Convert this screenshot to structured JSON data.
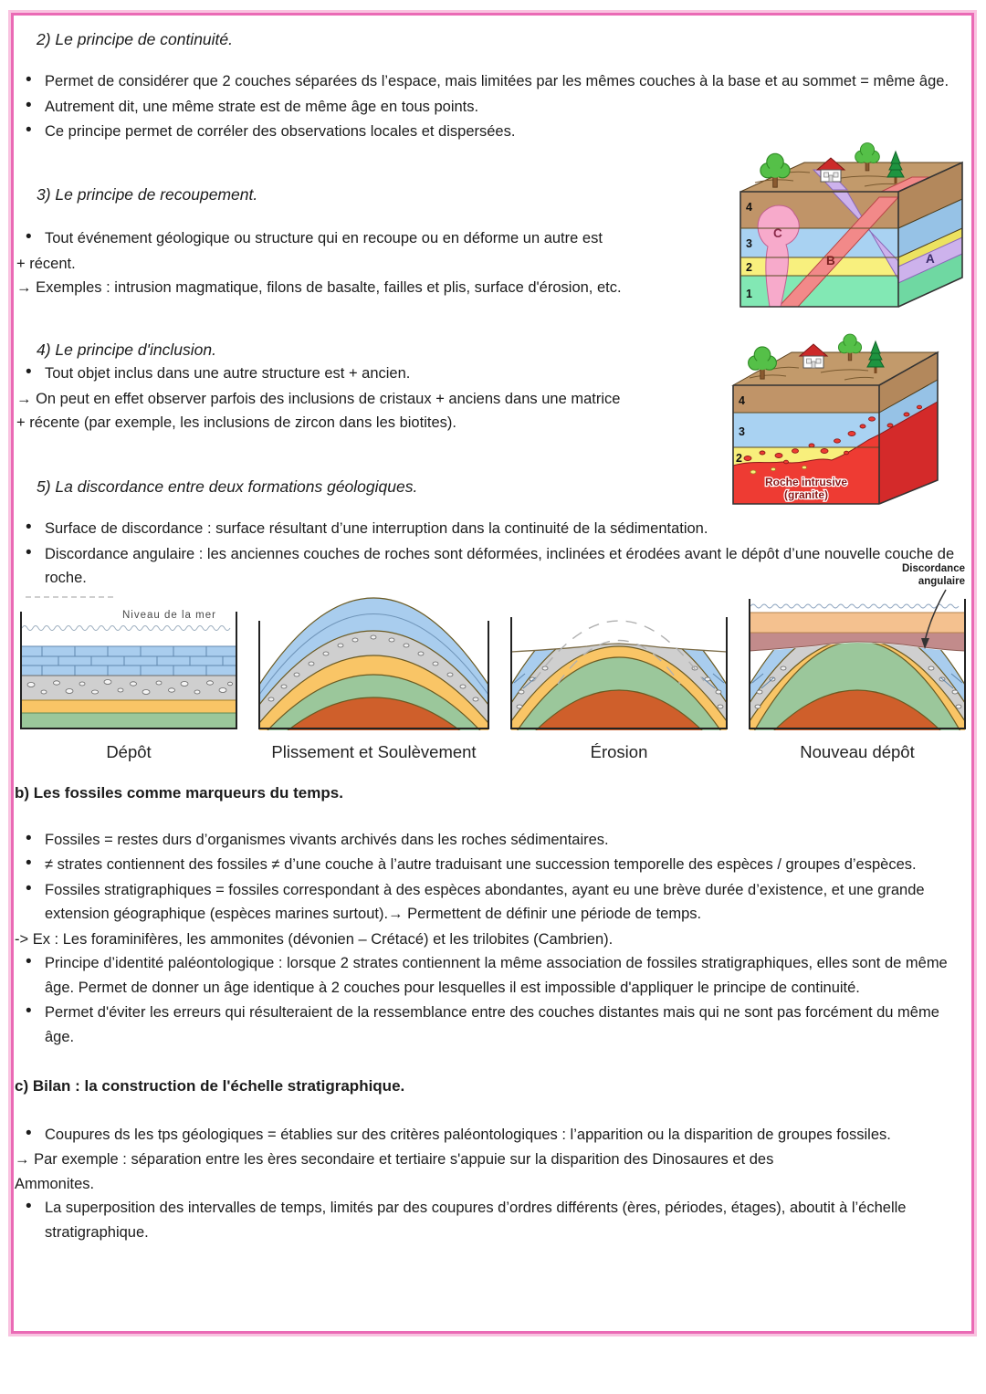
{
  "document": {
    "sections": {
      "s2": {
        "title": "2) Le principe de continuité.",
        "bullets": [
          "Permet de considérer que 2 couches séparées ds l’espace, mais limitées par les mêmes couches à la base et au sommet = même âge.",
          "Autrement dit, une même strate est de même âge en tous points.",
          "Ce principe permet de corréler des observations locales et dispersées."
        ]
      },
      "s3": {
        "title": "3) Le principe de recoupement.",
        "bullet": "Tout événement géologique ou structure qui en recoupe ou en déforme un autre est",
        "bullet_cont": "+ récent.",
        "arrow": "→ Exemples : intrusion magmatique, filons de basalte, failles et plis, surface d'érosion, etc."
      },
      "s4": {
        "title": "4) Le principe d'inclusion.",
        "bullet": "Tout objet inclus dans une autre structure est + ancien.",
        "arrow_line1": "→ On peut en effet observer parfois des inclusions de cristaux + anciens dans une matrice",
        "arrow_line2": "+ récente (par exemple, les inclusions de zircon dans les biotites)."
      },
      "s5": {
        "title": "5) La discordance entre deux formations géologiques.",
        "bullets": [
          "Surface de discordance : surface résultant d’une interruption dans la continuité de la sédimentation.",
          "Discordance angulaire : les anciennes couches de roches sont déformées, inclinées et érodées avant le dépôt d’une nouvelle couche de roche."
        ]
      },
      "sb": {
        "title": "b) Les fossiles comme marqueurs du temps.",
        "bullets": [
          "Fossiles = restes durs d’organismes vivants archivés dans les roches sédimentaires.",
          "≠ strates contiennent des fossiles ≠ d’une couche à l’autre traduisant une succession temporelle des espèces / groupes d’espèces.",
          "Fossiles stratigraphiques = fossiles correspondant à des espèces abondantes, ayant eu une brève durée d’existence, et une grande extension géographique (espèces marines surtout).→ Permettent de définir une période de temps."
        ],
        "example": "-> Ex : Les foraminifères, les ammonites (dévonien – Crétacé) et les trilobites (Cambrien).",
        "bullets2": [
          "Principe d’identité paléontologique : lorsque 2 strates contiennent la même association de fossiles stratigraphiques, elles sont de même âge. Permet de donner un âge identique à 2 couches pour lesquelles il est impossible d'appliquer le principe de continuité.",
          "Permet d'éviter les erreurs qui résulteraient de la ressemblance entre des couches distantes mais qui ne sont pas forcément du même âge."
        ]
      },
      "sc": {
        "title": "c) Bilan : la construction de l'échelle stratigraphique.",
        "bullet1": "Coupures ds les tps géologiques = établies sur des critères paléontologiques : l’apparition ou la disparition de groupes fossiles.",
        "arrow_line1": "→ Par exemple : séparation entre les ères secondaire et tertiaire s'appuie sur la disparition des Dinosaures et des",
        "arrow_line2": "Ammonites.",
        "bullet2": "La superposition des intervalles de temps, limités par des coupures d’ordres différents (ères, périodes, étages), aboutit à l’échelle stratigraphique."
      }
    },
    "figures": {
      "recoupement": {
        "layer4": "4",
        "layer3": "3",
        "layer2": "2",
        "layer1": "1",
        "label_a": "A",
        "label_b": "B",
        "label_c": "C"
      },
      "inclusion": {
        "layer4": "4",
        "layer3": "3",
        "layer2": "2",
        "caption_line1": "Roche intrusive",
        "caption_line2": "(granite)"
      },
      "discordance": {
        "sea_level": "Niveau de la mer",
        "annotation_line1": "Discordance",
        "annotation_line2": "angulaire",
        "captions": [
          "Dépôt",
          "Plissement et Soulèvement",
          "Érosion",
          "Nouveau dépôt"
        ]
      }
    },
    "colors": {
      "frame_pink": "#ea6ab5",
      "frame_pink_light": "#f9c3e0",
      "layer_brown": "#c09468",
      "layer_blue": "#a9cdee",
      "layer_yellow": "#f9c566",
      "layer_green": "#9bc79b",
      "orange_core": "#cf5f2b",
      "granite_red": "#ee3b33",
      "intrusion_pink": "#f7aacb",
      "dike_red": "#f28989",
      "dike_purple": "#cdb2ec",
      "new_layer_tan": "#f4c18f",
      "new_layer_mauve": "#c28b8b"
    }
  }
}
